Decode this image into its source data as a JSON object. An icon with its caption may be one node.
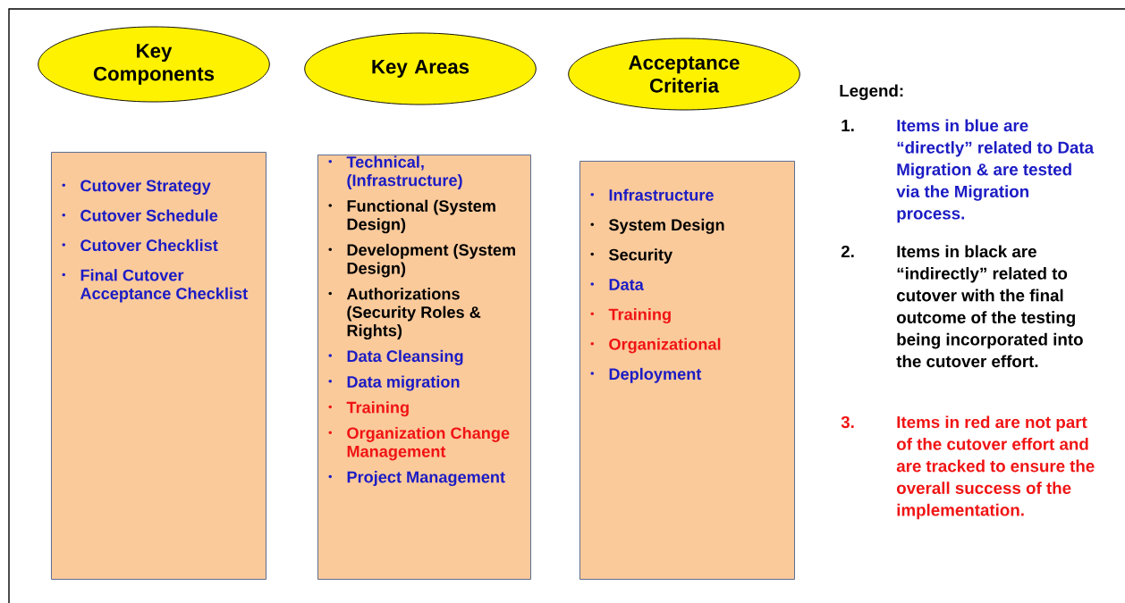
{
  "diagram": {
    "nodes": [
      {
        "text": [
          "Key Components"
        ]
      },
      {
        "text": [
          "Key Areas"
        ]
      },
      {
        "text": [
          "Acceptance Criteria"
        ]
      },
      {
        "text": [
          "Cutover Strategy",
          "Cutover Schedule",
          "Cutover Checklist",
          "Final Cutover Acceptance Checklist"
        ]
      },
      {
        "text": [
          "Technical, (Infrastructure)",
          "Functional (System Design)",
          "Development (System Design)",
          "Authorizations (Security Roles & Rights)",
          "Data Cleansing",
          "Data migration",
          "Training",
          "Organization Change Management",
          "Project Management"
        ]
      },
      {
        "text": [
          "Infrastructure",
          "System Design",
          "Security",
          "Data",
          "Training",
          "Organizational",
          "Deployment"
        ]
      }
    ],
    "labels": [
      "Legend:",
      "1.",
      "2.",
      "3."
    ],
    "legend": [
      {
        "text": "Items in blue are “directly” related to Data Migration & are tested via the Migration process.",
        "color": "#1c1cc4"
      },
      {
        "text": "Items in black are “indirectly” related to cutover with the final outcome of the testing being incorporated into the cutover effort.",
        "color": "#000000"
      },
      {
        "text": "Items in red are not part of the cutover effort and are tracked to ensure the overall success of the implementation.",
        "color": "#f01414"
      }
    ]
  }
}
